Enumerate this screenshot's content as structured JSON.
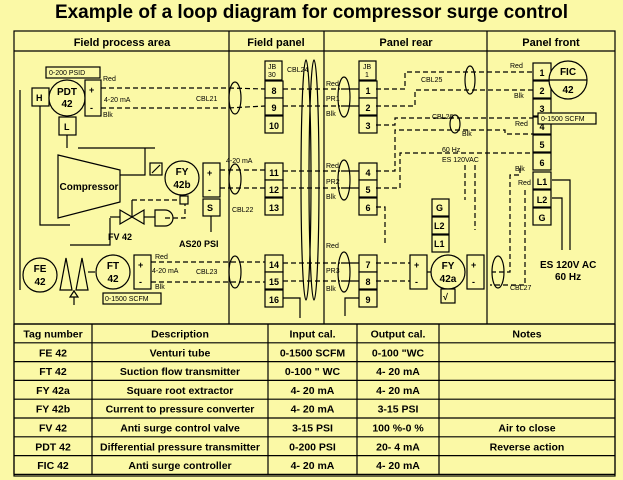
{
  "title": "Example of a loop diagram for compressor surge control",
  "sections": [
    "Field process area",
    "Field panel",
    "Panel rear",
    "Panel front"
  ],
  "field": {
    "range_pdt": "0-200 PSID",
    "pdt_label": [
      "PDT",
      "42"
    ],
    "h": "H",
    "l": "L",
    "compressor": "Compressor",
    "fv": "FV 42",
    "fy42b": [
      "FY",
      "42b"
    ],
    "s": "S",
    "as20": "AS20 PSI",
    "fe": [
      "FE",
      "42"
    ],
    "ft": [
      "FT",
      "42"
    ],
    "range_ft": "0-1500 SCFM",
    "sig1": "4-20 mA",
    "sig2": "4-20 mA",
    "sig3": "4-20 mA",
    "plus": "+",
    "minus": "-"
  },
  "wires": {
    "red": "Red",
    "blk": "Blk",
    "cables": [
      "CBL21",
      "CBL22",
      "CBL23",
      "CBL24",
      "CBL25",
      "CBL26",
      "CBL27"
    ]
  },
  "jb30": {
    "label": [
      "JB",
      "30"
    ],
    "terms": [
      "8",
      "9",
      "10",
      "11",
      "12",
      "13",
      "14",
      "15",
      "16"
    ]
  },
  "jb1": {
    "label": [
      "JB",
      "1"
    ],
    "terms": [
      "1",
      "2",
      "3",
      "4",
      "5",
      "6",
      "7",
      "8",
      "9"
    ]
  },
  "pairs": [
    "PR1",
    "PR2",
    "PR3"
  ],
  "power": {
    "line1": "60 Hz",
    "line2": "ES 120VAC"
  },
  "gblock": [
    "G",
    "L2",
    "L1"
  ],
  "fy42a": [
    "FY",
    "42a"
  ],
  "sqrt": "√",
  "front_terms": [
    "1",
    "2",
    "3",
    "4",
    "5",
    "6",
    "L1",
    "L2",
    "G"
  ],
  "fic": [
    "FIC",
    "42"
  ],
  "range_fic": "0-1500 SCFM",
  "es_front": [
    "ES 120V AC",
    "60 Hz"
  ],
  "table": {
    "headers": [
      "Tag number",
      "Description",
      "Input cal.",
      "Output cal.",
      "Notes"
    ],
    "rows": [
      [
        "FE 42",
        "Venturi tube",
        "0-1500 SCFM",
        "0-100 \"WC",
        ""
      ],
      [
        "FT 42",
        "Suction flow transmitter",
        "0-100 \" WC",
        "4- 20 mA",
        ""
      ],
      [
        "FY 42a",
        "Square root extractor",
        "4- 20 mA",
        "4- 20 mA",
        ""
      ],
      [
        "FY 42b",
        "Current to pressure converter",
        "4- 20 mA",
        "3-15 PSI",
        ""
      ],
      [
        "FV 42",
        "Anti surge control valve",
        "3-15 PSI",
        "100 %-0 %",
        "Air to close"
      ],
      [
        "PDT 42",
        "Differential pressure transmitter",
        "0-200 PSI",
        "20- 4 mA",
        "Reverse action"
      ],
      [
        "FIC 42",
        "Anti surge controller",
        "4- 20 mA",
        "4- 20 mA",
        ""
      ]
    ]
  }
}
